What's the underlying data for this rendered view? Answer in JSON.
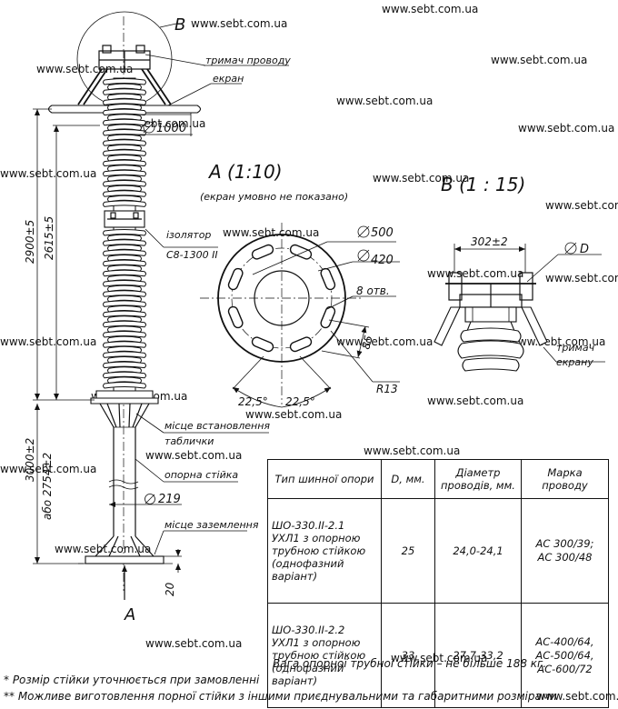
{
  "watermark": "www.sebt.com.ua",
  "views": {
    "a_title": "А (1:10)",
    "a_subtitle": "(екран умовно не показано)",
    "b_title": "В (1 : 15)",
    "callout_b": "В",
    "section_a": "А"
  },
  "labels": {
    "holder": "тримач проводу",
    "screen": "екран",
    "insulator_1": "ізолятор",
    "insulator_2": "С8-1300 ІІ",
    "plate_1": "місце встановлення",
    "plate_2": "таблички",
    "support": "опорна стійка",
    "ground": "місце заземлення",
    "screen_holder_1": "тримач",
    "screen_holder_2": "екрану",
    "holes": "8 отв."
  },
  "dims": {
    "d1000": "1000",
    "h2900": "2900±5",
    "h2615": "2615±5",
    "h3000": "3000±2",
    "h2754": "або 2754±2",
    "d219": "219",
    "d20": "20",
    "d500": "500",
    "d420": "420",
    "d85": "85",
    "r13": "R13",
    "a1": "22,5°",
    "a2": "22,5°",
    "w302": "302±2",
    "dD": "D"
  },
  "table": {
    "headers": [
      "Тип шинної опори",
      "D, мм.",
      "Діаметр проводів, мм.",
      "Марка проводу"
    ],
    "rows": [
      {
        "type": [
          "ШО-330.ІІ-2.1",
          "УХЛ1 з опорною",
          "трубною стійкою",
          "(однофазний",
          "варіант)"
        ],
        "d": "25",
        "dia": "24,0-24,1",
        "mark": [
          "АС 300/39;",
          "АС 300/48"
        ]
      },
      {
        "type": [
          "ШО-330.ІІ-2.2",
          "УХЛ1 з опорною",
          "трубною стійкою",
          "(однофазний",
          "варіант)"
        ],
        "d": "33",
        "dia": "27,7-33,2",
        "mark": [
          "АС-400/64,",
          "АС-500/64,",
          "АС-600/72"
        ]
      }
    ]
  },
  "weight_note": "Вага опорної трубної стійки – не більше 188 кг.",
  "notes": [
    "* Розмір стійки уточнюється при замовленні",
    "** Можливе виготовлення порної стійки з іншими приєднувальними та габаритними розмірами"
  ]
}
